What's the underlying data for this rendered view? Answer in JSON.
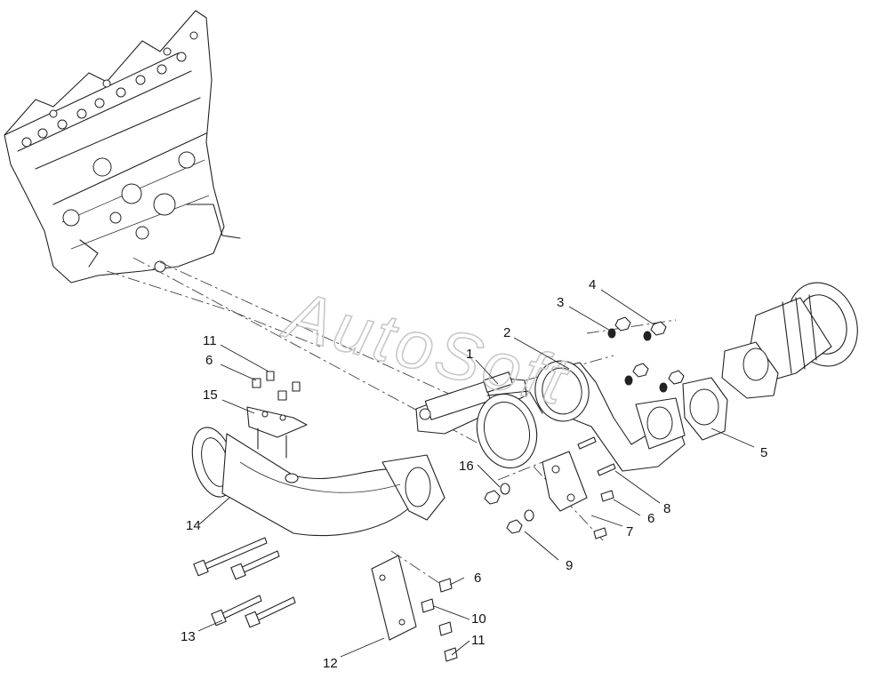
{
  "watermark": {
    "text": "AutoSoft"
  },
  "callouts": [
    {
      "id": "c1",
      "label": "1"
    },
    {
      "id": "c2",
      "label": "2"
    },
    {
      "id": "c3",
      "label": "3"
    },
    {
      "id": "c4",
      "label": "4"
    },
    {
      "id": "c5",
      "label": "5"
    },
    {
      "id": "c6a",
      "label": "6"
    },
    {
      "id": "c6b",
      "label": "6"
    },
    {
      "id": "c6c",
      "label": "6"
    },
    {
      "id": "c7",
      "label": "7"
    },
    {
      "id": "c8",
      "label": "8"
    },
    {
      "id": "c9",
      "label": "9"
    },
    {
      "id": "c10",
      "label": "10"
    },
    {
      "id": "c11a",
      "label": "11"
    },
    {
      "id": "c11b",
      "label": "11"
    },
    {
      "id": "c12",
      "label": "12"
    },
    {
      "id": "c13",
      "label": "13"
    },
    {
      "id": "c14",
      "label": "14"
    },
    {
      "id": "c15",
      "label": "15"
    },
    {
      "id": "c16",
      "label": "16"
    }
  ]
}
